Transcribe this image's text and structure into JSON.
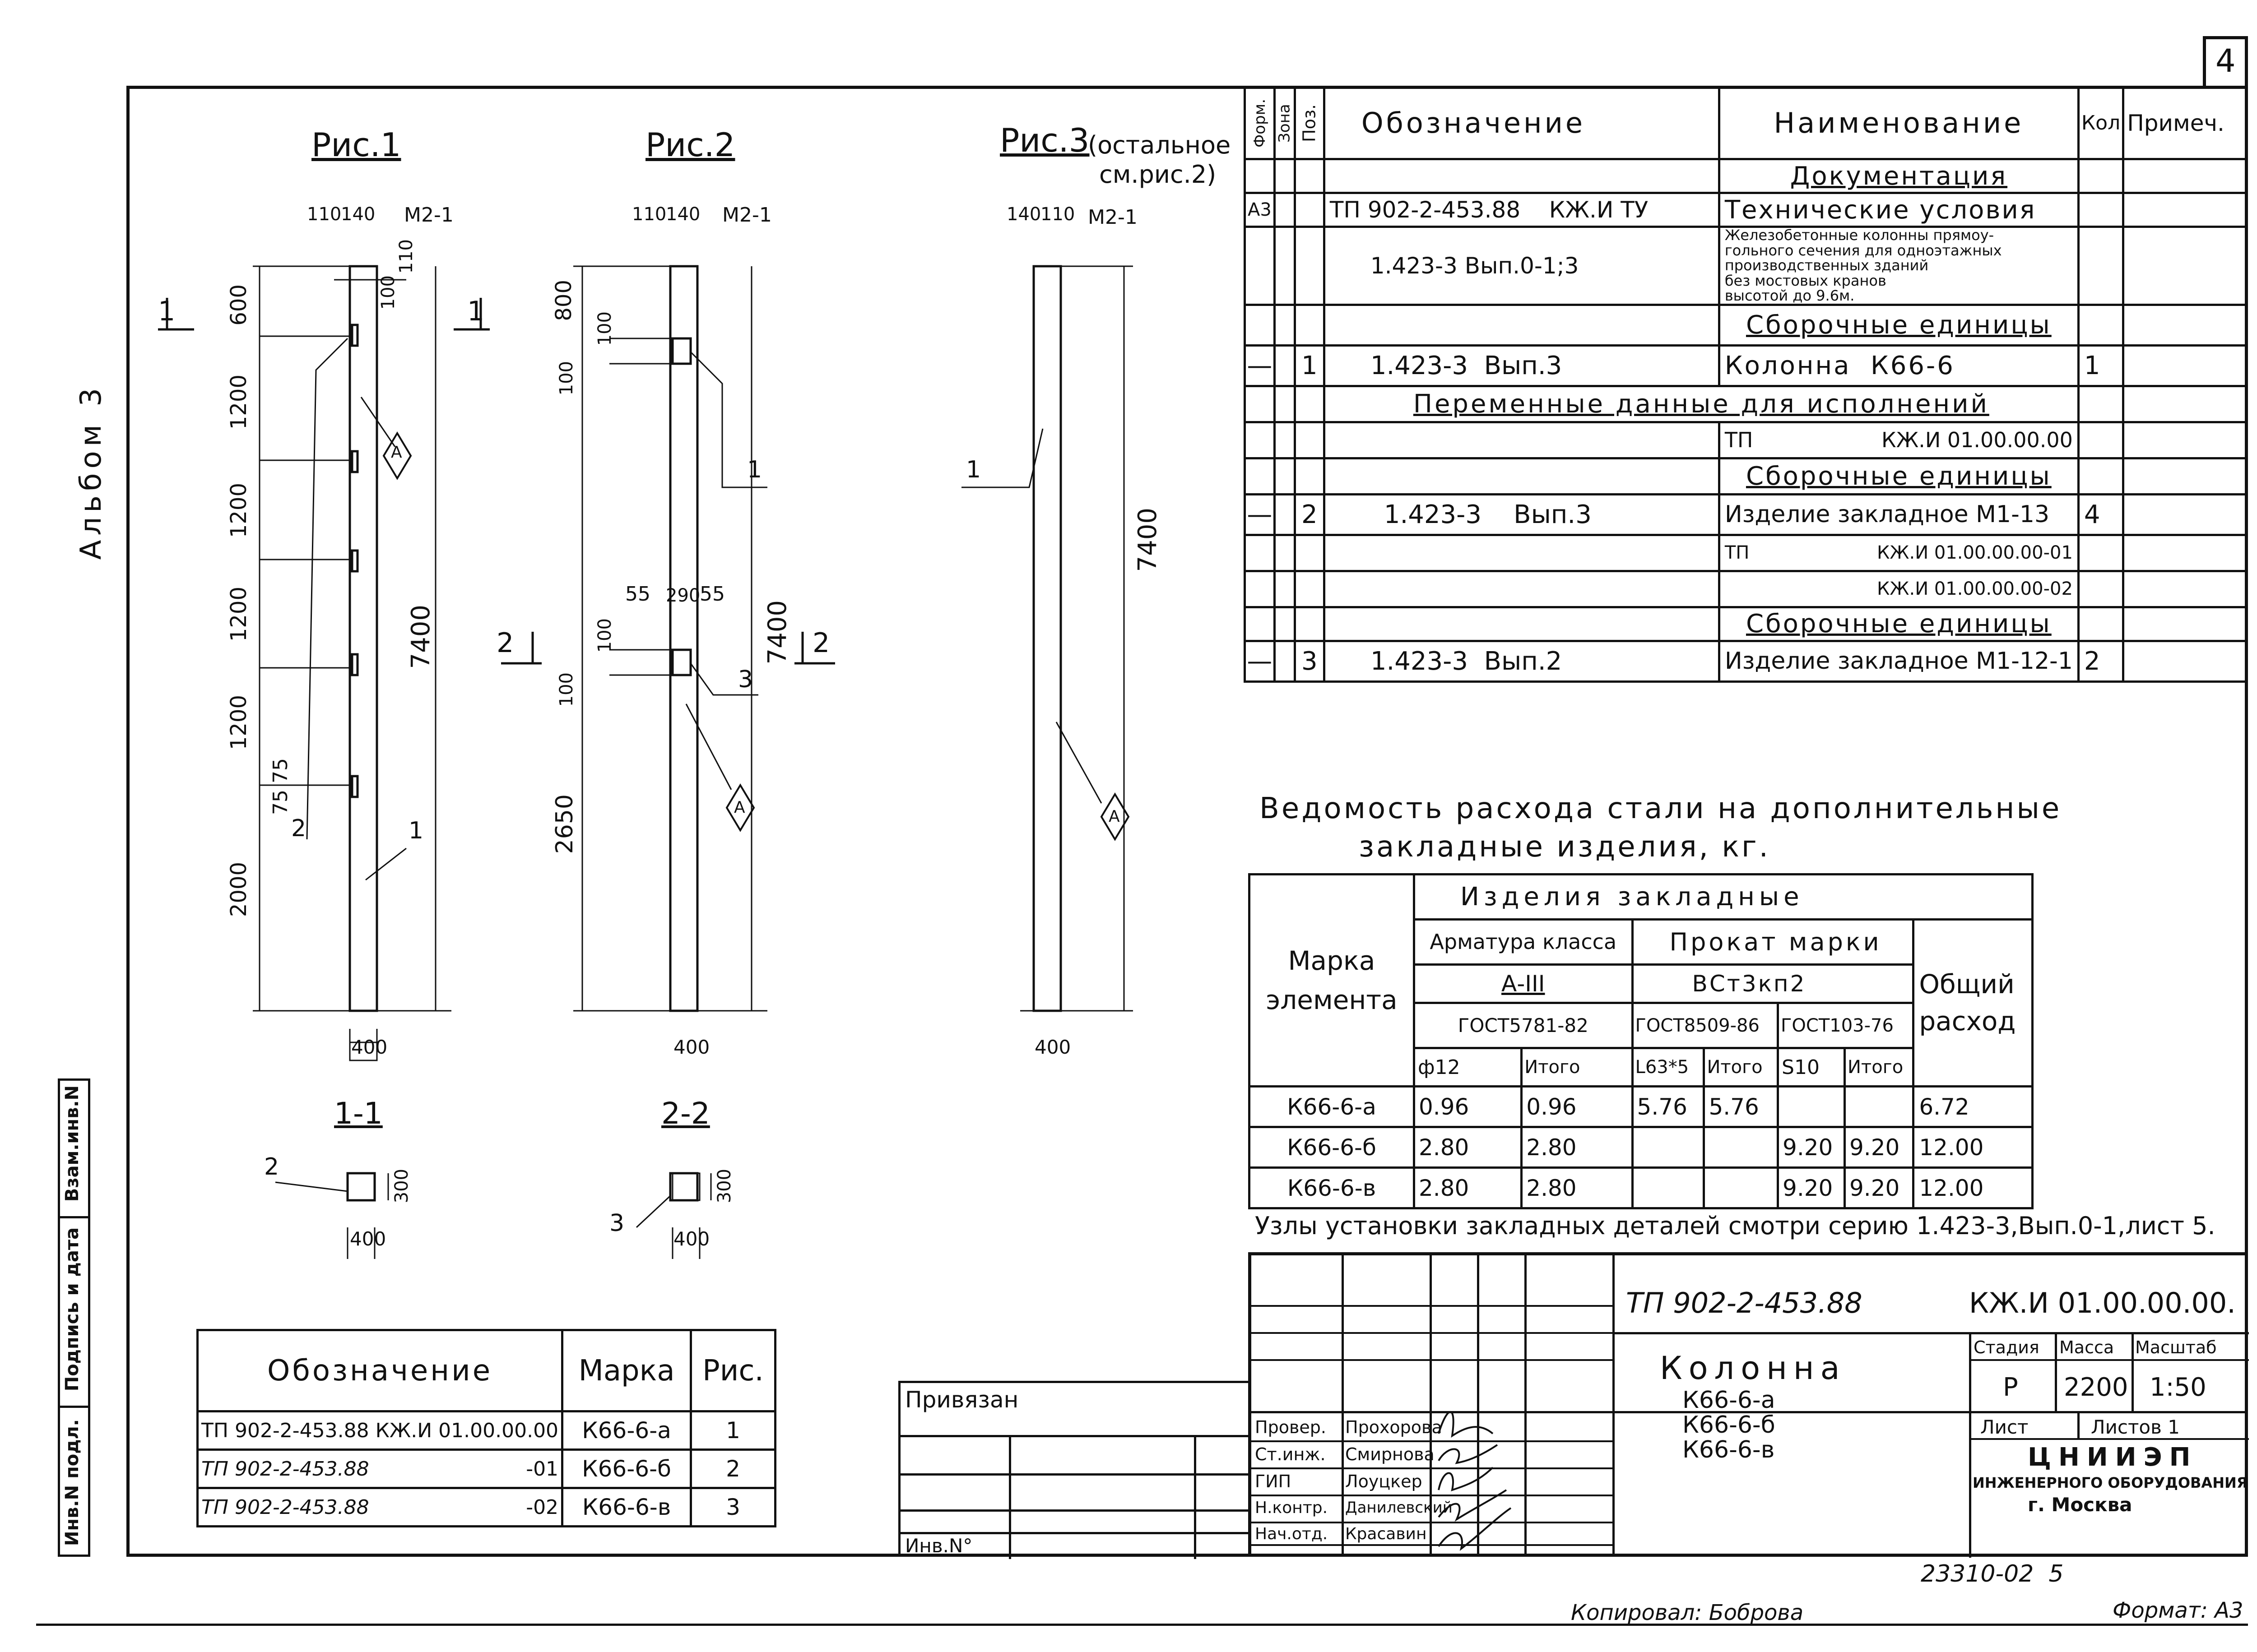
{
  "sheet_number": "4",
  "album_label": "Альбом 3",
  "side_stamp": [
    "Инв.N подл.",
    "Подпись и дата",
    "Взам.инв.N"
  ],
  "figures": {
    "fig1": {
      "title": "Рис.1",
      "top_dims": [
        "110",
        "140"
      ],
      "mark": "М2-1",
      "dims_left": [
        "600",
        "1200",
        "1200",
        "1200",
        "1200",
        "75",
        "75",
        "2000"
      ],
      "dim_right": "7400",
      "dim_right_small": [
        "100",
        "110"
      ],
      "width": "400",
      "callouts": [
        "2",
        "1",
        "А"
      ],
      "section_mark": "1"
    },
    "fig2": {
      "title": "Рис.2",
      "top_dims": [
        "110",
        "140"
      ],
      "mark": "М2-1",
      "dims_left": [
        "800",
        "100",
        "100",
        "100",
        "100",
        "2650"
      ],
      "mid_dims": [
        "55",
        "290",
        "55"
      ],
      "dim_right": "7400",
      "width": "400",
      "callouts": [
        "1",
        "3",
        "А"
      ],
      "section_mark": "2"
    },
    "fig3": {
      "title": "Рис.3",
      "title_note_1": "(остальное",
      "title_note_2": "см.рис.2)",
      "top_dims": [
        "140",
        "110"
      ],
      "mark": "М2-1",
      "dim_right": "7400",
      "width": "400",
      "callouts": [
        "1",
        "А"
      ]
    }
  },
  "sections": {
    "s1": {
      "title": "1-1",
      "callout": "2",
      "height": "300",
      "width": "400"
    },
    "s2": {
      "title": "2-2",
      "callout": "3",
      "height": "300",
      "width": "400"
    }
  },
  "spec_table": {
    "headers": {
      "format": "Форм.",
      "zone": "Зона",
      "pos": "Поз.",
      "designation": "Обозначение",
      "name": "Наименование",
      "qty": "Кол",
      "note": "Примеч."
    },
    "rows": [
      {
        "type": "section",
        "name": "Документация"
      },
      {
        "format": "А3",
        "designation": "ТП 902-2-453.88    КЖ.И ТУ",
        "name": "Технические условия"
      },
      {
        "designation": "1.423-3  Вып.0-1;3",
        "name_lines": [
          "Железобетонные колонны прямоу-",
          "гольного сечения для одноэтажных",
          "производственных зданий",
          "без мостовых кранов",
          "высотой до 9.6м."
        ]
      },
      {
        "type": "section",
        "name": "Сборочные единицы"
      },
      {
        "format": "—",
        "pos": "1",
        "designation": "1.423-3  Вып.3",
        "name": "Колонна  К66-6",
        "qty": "1"
      },
      {
        "type": "wide",
        "name": "Переменные данные для исполнений"
      },
      {
        "name_pre": "ТП",
        "name": "КЖ.И 01.00.00.00"
      },
      {
        "type": "section",
        "name": "Сборочные единицы"
      },
      {
        "format": "—",
        "pos": "2",
        "designation": "1.423-3    Вып.3",
        "name": "Изделие закладное М1-13",
        "qty": "4"
      },
      {
        "name_pre": "ТП",
        "name": "КЖ.И 01.00.00.00-01"
      },
      {
        "name": "КЖ.И 01.00.00.00-02"
      },
      {
        "type": "section",
        "name": "Сборочные единицы"
      },
      {
        "format": "—",
        "pos": "3",
        "designation": "1.423-3  Вып.2",
        "name": "Изделие закладное М1-12-1",
        "qty": "2"
      }
    ]
  },
  "steel": {
    "title_1": "Ведомость расхода стали на дополнительные",
    "title_2": "закладные изделия, кг.",
    "hdr_element": [
      "Марка",
      "элемента"
    ],
    "hdr_products": "Изделия закладные",
    "hdr_rebar": "Арматура класса",
    "hdr_rebar_class": "А-III",
    "hdr_rebar_gost": "ГОСТ5781-82",
    "hdr_rolled": "Прокат марки",
    "hdr_rolled_grade": "ВСт3кп2",
    "hdr_gost2": "ГОСТ8509-86",
    "hdr_gost3": "ГОСТ103-76",
    "hdr_total": [
      "Общий",
      "расход"
    ],
    "cols": [
      "ф12",
      "Итого",
      "L63*5",
      "Итого",
      "S10",
      "Итого"
    ],
    "rows": [
      {
        "mark": "К66-6-а",
        "c": [
          "0.96",
          "0.96",
          "5.76",
          "5.76",
          "",
          ""
        ],
        "total": "6.72"
      },
      {
        "mark": "К66-6-б",
        "c": [
          "2.80",
          "2.80",
          "",
          "",
          "9.20",
          "9.20"
        ],
        "total": "12.00"
      },
      {
        "mark": "К66-6-в",
        "c": [
          "2.80",
          "2.80",
          "",
          "",
          "9.20",
          "9.20"
        ],
        "total": "12.00"
      }
    ],
    "note": "Узлы установки закладных деталей смотри серию 1.423-3,Вып.0-1,лист 5."
  },
  "variants": {
    "headers": [
      "Обозначение",
      "Марка",
      "Рис."
    ],
    "rows": [
      {
        "des": "ТП 902-2-453.88 КЖ.И 01.00.00.00",
        "suffix": "",
        "mark": "К66-6-а",
        "fig": "1"
      },
      {
        "des": "ТП 902-2-453.88",
        "suffix": "-01",
        "mark": "К66-6-б",
        "fig": "2"
      },
      {
        "des": "ТП 902-2-453.88",
        "suffix": "-02",
        "mark": "К66-6-в",
        "fig": "3"
      }
    ]
  },
  "privyazan": {
    "label": "Привязан",
    "inv": "Инв.N°"
  },
  "title_block": {
    "project": "ТП 902-2-453.88",
    "code": "КЖ.И 01.00.00.00.",
    "name": "Колонна",
    "variants": [
      "К66-6-а",
      "К66-6-б",
      "К66-6-в"
    ],
    "stage_h": "Стадия",
    "mass_h": "Масса",
    "scale_h": "Масштаб",
    "stage": "Р",
    "mass": "2200",
    "scale": "1:50",
    "sheet_h": "Лист",
    "sheets_h": "Листов 1",
    "org_1": "ЦНИИЭП",
    "org_2": "инженерного оборудования",
    "org_3": "г. Москва",
    "roles": [
      {
        "role": "Провер.",
        "person": "Прохорова"
      },
      {
        "role": "Ст.инж.",
        "person": "Смирнова"
      },
      {
        "role": "ГИП",
        "person": "Лоуцкер"
      },
      {
        "role": "Н.контр.",
        "person": "Данилевский"
      },
      {
        "role": "Нач.отд.",
        "person": "Красавин"
      }
    ]
  },
  "archive_no": "23310-02  5",
  "copied_by": "Копировал: Боброва",
  "format": "Формат: А3"
}
